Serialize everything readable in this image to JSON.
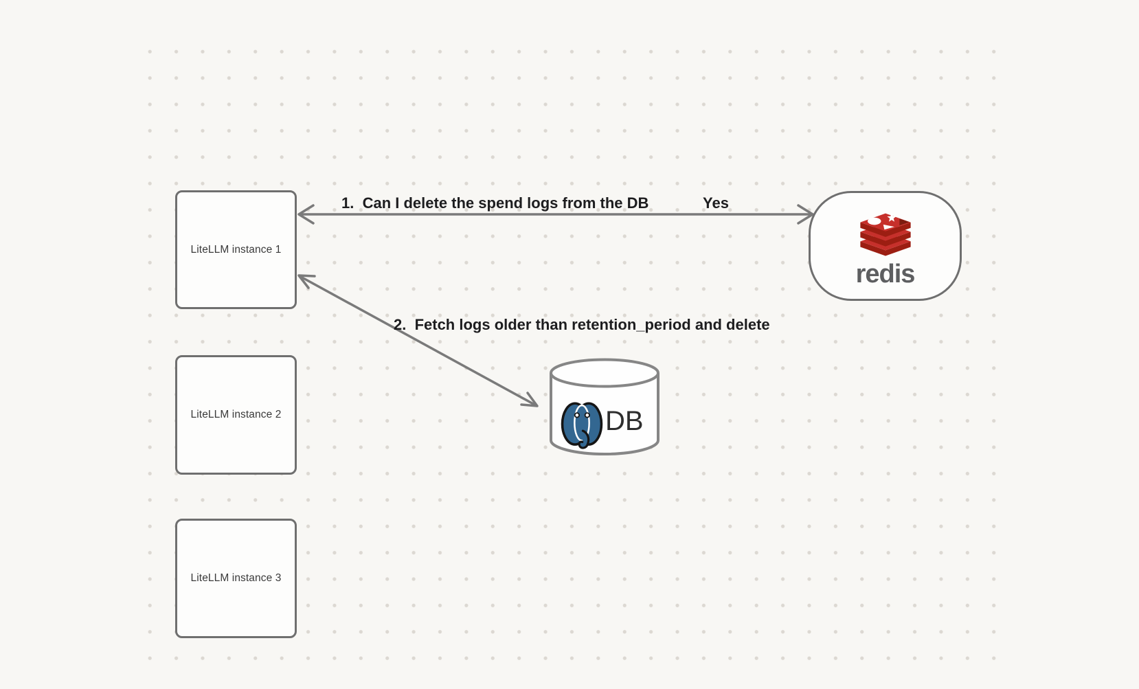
{
  "canvas": {
    "background": "#f8f7f4",
    "dot_color": "#dcd8d2",
    "stroke_gray": "#6f6f6f",
    "arrow_gray": "#7a7a7a"
  },
  "nodes": {
    "instance1": {
      "label": "LiteLLM instance 1"
    },
    "instance2": {
      "label": "LiteLLM instance 2"
    },
    "instance3": {
      "label": "LiteLLM instance 3"
    },
    "redis": {
      "label": "redis",
      "logo_red": "#c6302b",
      "logo_dark_red": "#9c1e12",
      "wordmark_color": "#5d5e60"
    },
    "db": {
      "label": "DB",
      "postgres_blue": "#336791"
    }
  },
  "edges": {
    "edge1": {
      "label": "1.  Can I delete the spend logs from the DB",
      "response": "Yes",
      "from": "redis",
      "to": "instance1"
    },
    "edge2": {
      "label": "2.  Fetch logs older than retention_period and delete",
      "from": "instance1",
      "to": "db"
    }
  }
}
